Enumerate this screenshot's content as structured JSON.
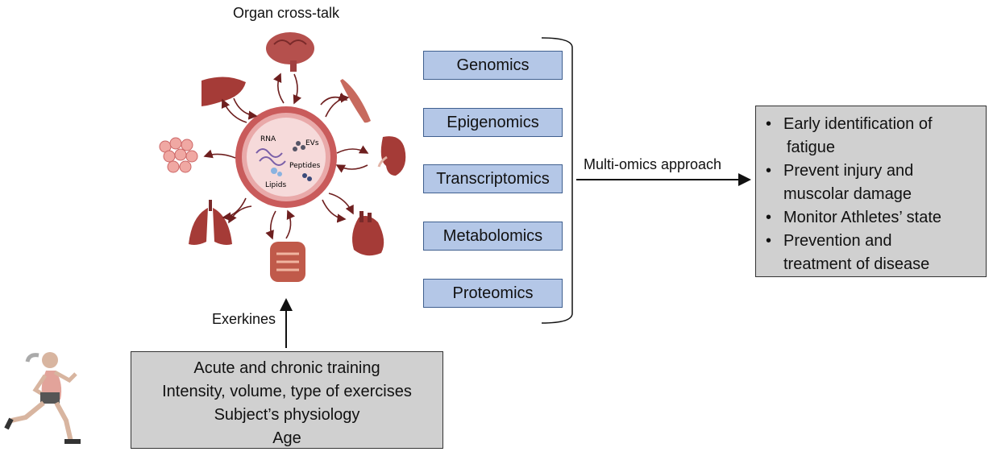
{
  "title": "Organ cross-talk",
  "center_labels": {
    "rna": "RNA",
    "evs": "EVs",
    "peptides": "Peptides",
    "lipids": "Lipids"
  },
  "organs": [
    "brain-icon",
    "muscle-icon",
    "kidney-icon",
    "heart-icon",
    "intestine-icon",
    "lungs-icon",
    "adipose-icon",
    "liver-icon"
  ],
  "omics": [
    "Genomics",
    "Epigenomics",
    "Transcriptomics",
    "Metabolomics",
    "Proteomics"
  ],
  "arrow_label": "Multi-omics approach",
  "outcomes": [
    "Early identification of",
    "fatigue",
    "Prevent injury and",
    "muscolar damage",
    "Monitor Athletes’ state",
    "Prevention and",
    "treatment of disease"
  ],
  "exerkines_label": "Exerkines",
  "factors": [
    "Acute and chronic training",
    "Intensity, volume, type of exercises",
    "Subject’s physiology",
    "Age"
  ],
  "colors": {
    "omics_fill": "#b4c7e7",
    "box_fill": "#d0d0d0",
    "organ_red": "#a83a3a",
    "arrow_dark": "#6e1f1f"
  }
}
